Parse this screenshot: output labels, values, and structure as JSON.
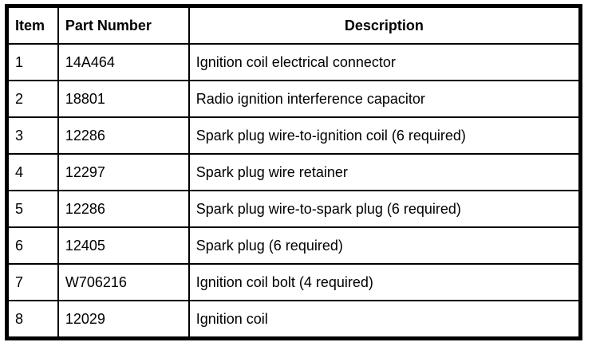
{
  "table": {
    "headers": [
      "Item",
      "Part Number",
      "Description"
    ],
    "rows": [
      {
        "item": "1",
        "part_number": "14A464",
        "description": "Ignition coil electrical connector"
      },
      {
        "item": "2",
        "part_number": "18801",
        "description": "Radio ignition interference capacitor"
      },
      {
        "item": "3",
        "part_number": "12286",
        "description": "Spark plug wire-to-ignition coil (6 required)"
      },
      {
        "item": "4",
        "part_number": "12297",
        "description": "Spark plug wire retainer"
      },
      {
        "item": "5",
        "part_number": "12286",
        "description": "Spark plug wire-to-spark plug (6 required)"
      },
      {
        "item": "6",
        "part_number": "12405",
        "description": "Spark plug (6 required)"
      },
      {
        "item": "7",
        "part_number": "W706216",
        "description": "Ignition coil bolt (4 required)"
      },
      {
        "item": "8",
        "part_number": "12029",
        "description": "Ignition coil"
      }
    ],
    "colors": {
      "border": "#000000",
      "text": "#000000",
      "background": "#ffffff"
    }
  }
}
